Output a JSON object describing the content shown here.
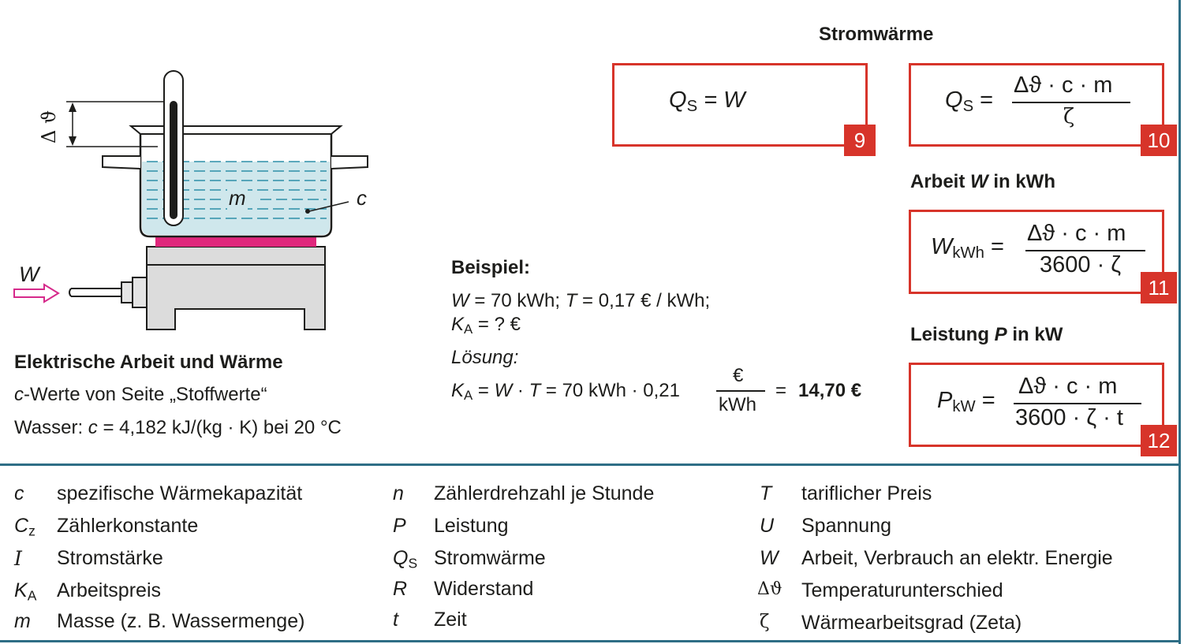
{
  "colors": {
    "accent_red": "#d7342a",
    "frame_blue": "#2e6e86",
    "water_blue": "#cfe7ec",
    "hotplate_magenta": "#e0277c",
    "arrow_magenta": "#d62a8b"
  },
  "figure": {
    "caption_title": "Elektrische Arbeit und Wärme",
    "caption_line2_var": "c",
    "caption_line2_text": "-Werte von Seite „Stoffwerte“",
    "caption_line3_pre": "Wasser: ",
    "caption_line3_var": "c",
    "caption_line3_text": " = 4,182 kJ/(kg · K) bei 20 °C",
    "label_delta": "Δ ϑ",
    "label_m": "m",
    "label_c": "c",
    "label_W": "W"
  },
  "example": {
    "title": "Beispiel:",
    "line1_var_W": "W",
    "line1_mid": " = 70 kWh; ",
    "line1_var_T": "T",
    "line1_end": " = 0,17 € / kWh;",
    "line2_var": "K",
    "line2_sub": "A",
    "line2_end": " = ? €",
    "solution_label": "Lösung:",
    "calc_var": "K",
    "calc_sub": "A",
    "calc_eq": " = ",
    "calc_W": "W",
    "calc_dot": " · ",
    "calc_T": "T",
    "calc_rest": " = 70 kWh · 0,21",
    "calc_frac_num": "€",
    "calc_frac_den": "kWh",
    "calc_eq2": "=",
    "calc_result": "14,70 €"
  },
  "formulas": {
    "heading_stromwaerme": "Stromwärme",
    "f9": {
      "lhs": "Q",
      "lhs_sub": "S",
      "rhs": "= W",
      "number": "9"
    },
    "f10": {
      "lhs": "Q",
      "lhs_sub": "S",
      "eq": "=",
      "num": "Δϑ · c · m",
      "den": "ζ",
      "number": "10"
    },
    "heading_arbeit_pre": "Arbeit ",
    "heading_arbeit_var": "W",
    "heading_arbeit_post": " in kWh",
    "f11": {
      "lhs": "W",
      "lhs_sub": "kWh",
      "eq": "=",
      "num": "Δϑ · c · m",
      "den": "3600 · ζ",
      "number": "11"
    },
    "heading_leistung_pre": "Leistung ",
    "heading_leistung_var": "P",
    "heading_leistung_post": " in kW",
    "f12": {
      "lhs": "P",
      "lhs_sub": "kW",
      "eq": "=",
      "num": "Δϑ · c · m",
      "den": "3600 · ζ · t",
      "number": "12"
    }
  },
  "legend": {
    "col1": [
      {
        "sym": "c",
        "sub": "",
        "desc": "spezifische Wärmekapazität"
      },
      {
        "sym": "C",
        "sub": "z",
        "desc": "Zählerkonstante"
      },
      {
        "sym": "I",
        "sub": "",
        "desc": "Stromstärke"
      },
      {
        "sym": "K",
        "sub": "A",
        "desc": "Arbeitspreis"
      },
      {
        "sym": "m",
        "sub": "",
        "desc": "Masse (z. B. Wassermenge)"
      }
    ],
    "col2": [
      {
        "sym": "n",
        "sub": "",
        "desc": "Zählerdrehzahl je Stunde"
      },
      {
        "sym": "P",
        "sub": "",
        "desc": "Leistung"
      },
      {
        "sym": "Q",
        "sub": "S",
        "desc": "Stromwärme"
      },
      {
        "sym": "R",
        "sub": "",
        "desc": "Widerstand"
      },
      {
        "sym": "t",
        "sub": "",
        "desc": "Zeit"
      }
    ],
    "col3": [
      {
        "sym": "T",
        "sub": "",
        "desc": "tariflicher Preis"
      },
      {
        "sym": "U",
        "sub": "",
        "desc": "Spannung"
      },
      {
        "sym": "W",
        "sub": "",
        "desc": "Arbeit, Verbrauch an elektr. Energie"
      },
      {
        "sym": "Δϑ",
        "sub": "",
        "desc": "Temperaturunterschied"
      },
      {
        "sym": "ζ",
        "sub": "",
        "desc": "Wärmearbeitsgrad (Zeta)"
      }
    ]
  }
}
